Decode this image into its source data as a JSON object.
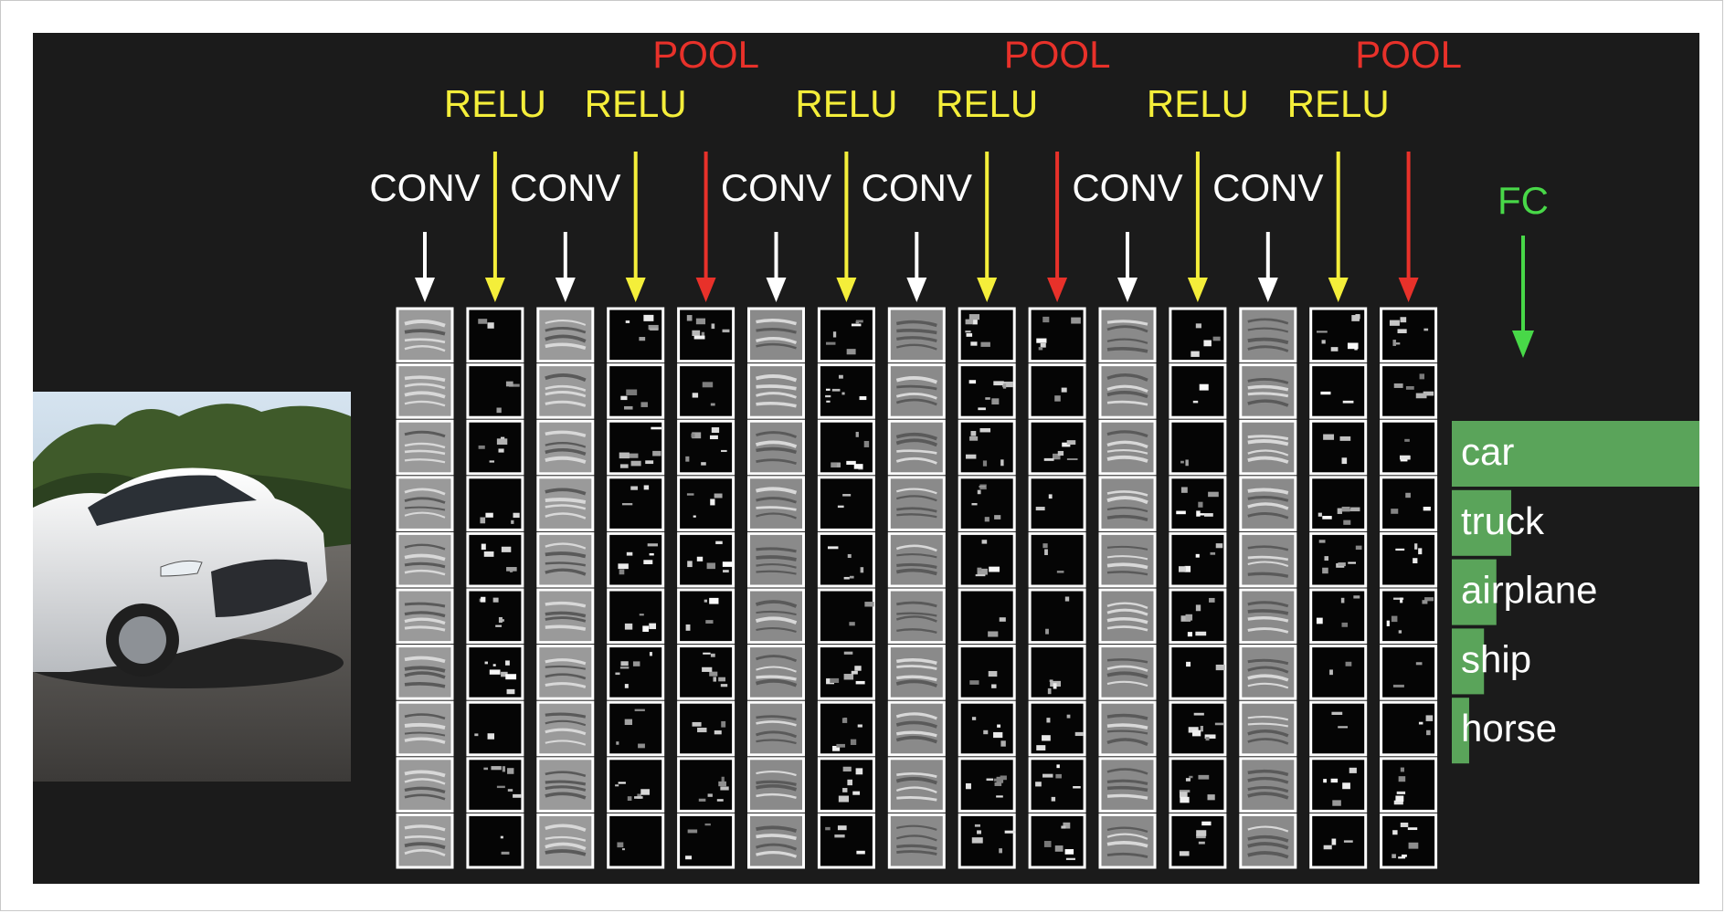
{
  "colors": {
    "conv": "#ffffff",
    "relu": "#f4ee3a",
    "pool": "#e8312a",
    "fc": "#48d848",
    "bar": "#5aa45a",
    "background": "#1b1b1b"
  },
  "layers": [
    {
      "label": "CONV",
      "kind": "conv"
    },
    {
      "label": "RELU",
      "kind": "relu"
    },
    {
      "label": "CONV",
      "kind": "conv"
    },
    {
      "label": "RELU",
      "kind": "relu"
    },
    {
      "label": "POOL",
      "kind": "pool"
    },
    {
      "label": "CONV",
      "kind": "conv"
    },
    {
      "label": "RELU",
      "kind": "relu"
    },
    {
      "label": "CONV",
      "kind": "conv"
    },
    {
      "label": "RELU",
      "kind": "relu"
    },
    {
      "label": "POOL",
      "kind": "pool"
    },
    {
      "label": "CONV",
      "kind": "conv"
    },
    {
      "label": "RELU",
      "kind": "relu"
    },
    {
      "label": "CONV",
      "kind": "conv"
    },
    {
      "label": "RELU",
      "kind": "relu"
    },
    {
      "label": "POOL",
      "kind": "pool"
    }
  ],
  "fc_label": "FC",
  "input_image": "car-photo",
  "predictions": [
    {
      "label": "car",
      "score": 1.0
    },
    {
      "label": "truck",
      "score": 0.24
    },
    {
      "label": "airplane",
      "score": 0.18
    },
    {
      "label": "ship",
      "score": 0.13
    },
    {
      "label": "horse",
      "score": 0.07
    }
  ]
}
